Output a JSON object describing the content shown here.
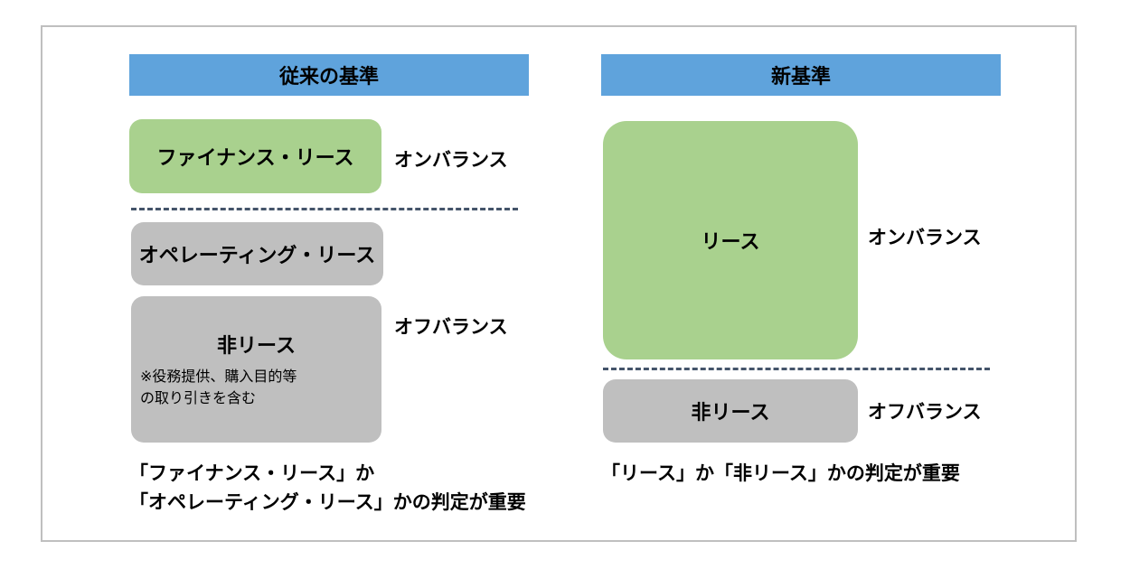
{
  "left": {
    "header": "従来の基準",
    "finance_lease": "ファイナンス・リース",
    "on_balance": "オンバランス",
    "operating_lease": "オペレーティング・リース",
    "non_lease": "非リース",
    "non_lease_note": "※役務提供、購入目的等\nの取り引きを含む",
    "off_balance": "オフバランス",
    "footer_line1": "「ファイナンス・リース」か",
    "footer_line2": "「オペレーティング・リース」かの判定が重要"
  },
  "right": {
    "header": "新基準",
    "lease": "リース",
    "on_balance": "オンバランス",
    "non_lease": "非リース",
    "off_balance": "オフバランス",
    "footer": "「リース」か「非リース」かの判定が重要"
  },
  "colors": {
    "header_bg": "#5fa3dc",
    "on_balance_box": "#a9d18e",
    "off_balance_box": "#bfbfbf",
    "divider": "#44546a",
    "frame_border": "#bfbfbf"
  }
}
